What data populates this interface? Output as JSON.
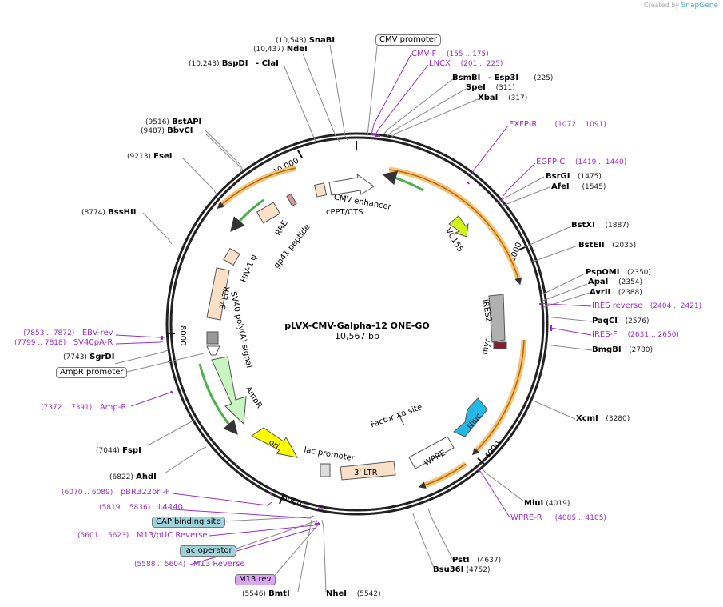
{
  "watermark": {
    "prefix": "Created by",
    "brand": "SnapGene"
  },
  "map": {
    "title": "pLVX-CMV-Galpha-12 ONE-GO",
    "length": "10,567 bp"
  },
  "ticks": [
    {
      "text": "10,000"
    },
    {
      "text": "2000"
    },
    {
      "text": "4000"
    },
    {
      "text": "6000"
    },
    {
      "text": "8000"
    }
  ],
  "features": [
    {
      "text": "CMV enhancer"
    },
    {
      "text": "cPPT/CTS"
    },
    {
      "text": "RRE"
    },
    {
      "text": "gp41 peptide"
    },
    {
      "text": "HIV-1 ψ"
    },
    {
      "text": "3' LTR"
    },
    {
      "text": "SV40 poly(A) signal"
    },
    {
      "text": "AmpR"
    },
    {
      "text": "ori"
    },
    {
      "text": "lac promoter"
    },
    {
      "text": "3' LTR"
    },
    {
      "text": "WPRE"
    },
    {
      "text": "Nluc"
    },
    {
      "text": "Factor Xa site"
    },
    {
      "text": "myr"
    },
    {
      "text": "IRES2"
    },
    {
      "text": "VC155"
    }
  ],
  "sites": [
    {
      "pos": "(10,543)",
      "name": "SnaBI"
    },
    {
      "pos": "(10,437)",
      "name": "NdeI"
    },
    {
      "pos": "(10,243)",
      "name": "BspDI",
      "extra": "- ClaI"
    },
    {
      "pos": "(9516)",
      "name": "BstAPI"
    },
    {
      "pos": "(9487)",
      "name": "BbvCI"
    },
    {
      "pos": "(9213)",
      "name": "FseI"
    },
    {
      "pos": "(8774)",
      "name": "BssHII"
    },
    {
      "pos": "(7743)",
      "name": "SgrDI"
    },
    {
      "pos": "(7044)",
      "name": "FspI"
    },
    {
      "pos": "(6822)",
      "name": "AhdI"
    },
    {
      "pos": "(5546)",
      "name": "BmtI"
    },
    {
      "pos": "(5542)",
      "name": "NheI"
    },
    {
      "pos": "(4752)",
      "name": "Bsu36I"
    },
    {
      "pos": "(4637)",
      "name": "PstI"
    },
    {
      "pos": "(4019)",
      "name": "MluI"
    },
    {
      "pos": "(3280)",
      "name": "XcmI"
    },
    {
      "pos": "(2780)",
      "name": "BmgBI"
    },
    {
      "pos": "(2576)",
      "name": "PaqCI"
    },
    {
      "pos": "(2388)",
      "name": "AvrII"
    },
    {
      "pos": "(2354)",
      "name": "ApaI"
    },
    {
      "pos": "(2350)",
      "name": "PspOMI"
    },
    {
      "pos": "(2035)",
      "name": "BstEII"
    },
    {
      "pos": "(1887)",
      "name": "BstXI"
    },
    {
      "pos": "(1545)",
      "name": "AfeI"
    },
    {
      "pos": "(1475)",
      "name": "BsrGI"
    },
    {
      "pos": "(317)",
      "name": "XbaI"
    },
    {
      "pos": "(311)",
      "name": "SpeI"
    },
    {
      "pos": "(225)",
      "name": "BsmBI",
      "extra": "- Esp3I"
    }
  ],
  "primers": [
    {
      "name": "CMV-F",
      "pos": "(155 .. 175)"
    },
    {
      "name": "LNCX",
      "pos": "(201 .. 225)"
    },
    {
      "name": "EXFP-R",
      "pos": "(1072 .. 1091)"
    },
    {
      "name": "EGFP-C",
      "pos": "(1419 .. 1440)"
    },
    {
      "name": "IRES reverse",
      "pos": "(2404 .. 2421)"
    },
    {
      "name": "IRES-F",
      "pos": "(2631 .. 2650)"
    },
    {
      "name": "WPRE-R",
      "pos": "(4085 .. 4105)"
    },
    {
      "name": "EBV-rev",
      "pos": "(7853 .. 7872)"
    },
    {
      "name": "SV40pA-R",
      "pos": "(7799 .. 7818)"
    },
    {
      "name": "Amp-R",
      "pos": "(7372 .. 7391)"
    },
    {
      "name": "pBR322ori-F",
      "pos": "(6070 .. 6089)"
    },
    {
      "name": "L4440",
      "pos": "(5819 .. 5836)"
    },
    {
      "name": "M13/pUC Reverse",
      "pos": "(5601 .. 5623)"
    },
    {
      "name": "M13 Reverse",
      "pos": "(5588 .. 5604)"
    }
  ],
  "boxes": [
    {
      "text": "CMV promoter"
    },
    {
      "text": "AmpR promoter"
    },
    {
      "text": "CAP binding site"
    },
    {
      "text": "lac operator"
    },
    {
      "text": "M13 rev"
    }
  ],
  "colors": {
    "site": "#000000",
    "primer": "#9d2bd3",
    "backbone": "#222222",
    "cds": "#fbe0c8",
    "orf_arrow": "#4caf50",
    "cyan": "#22b8e8",
    "yellow": "#ffff00",
    "green_light": "#c8f5c0",
    "lime": "#d4f51a",
    "grey": "#b0b0b0"
  }
}
